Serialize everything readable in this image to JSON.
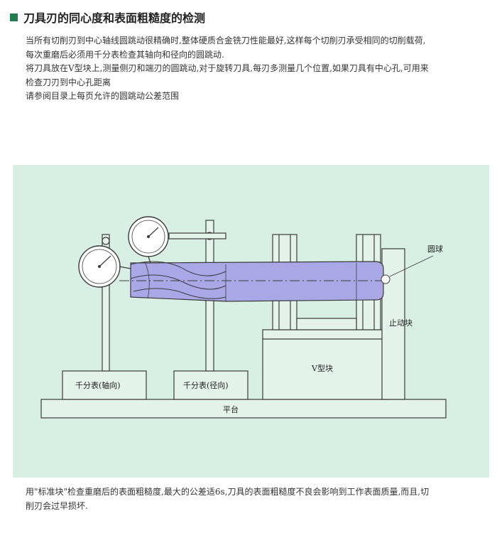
{
  "header": {
    "title": "刀具刃的同心度和表面粗糙度的检测"
  },
  "intro": {
    "lines": [
      "当所有切削刃到中心轴线圆跳动很精确时,整体硬质合金铣刀性能最好,这样每个切削刃承受相同的切削载荷,",
      "每次重磨后必须用千分表检查其轴向和径向的圆跳动.",
      "将刀具放在V型块上,测量侧刃和端刃的圆跳动,对于旋转刀具,每刃多测量几个位置,如果刀具有中心孔,可用来",
      "检查刀刃到中心孔距离",
      "请参阅目录上每页允许的圆跳动公差范围"
    ]
  },
  "diagram": {
    "labels": {
      "platform": "平台",
      "dial_axial": "千分表(轴向)",
      "dial_radial": "千分表(径向)",
      "v_block": "V型块",
      "stop_block": "止动块",
      "ball": "圆球"
    },
    "colors": {
      "panel_bg": "#d8efe3",
      "line": "#3b3b3b",
      "cutter_fill": "#a9a7e6",
      "cutter_flute": "#8e8bd8"
    }
  },
  "bottom": {
    "lines": [
      "用\"标准块\"检查重磨后的表面粗糙度,最大的公差适6s,刀具的表面粗糙度不良会影响到工作表面质量,而且,切",
      "削刃会过早损坏."
    ]
  }
}
